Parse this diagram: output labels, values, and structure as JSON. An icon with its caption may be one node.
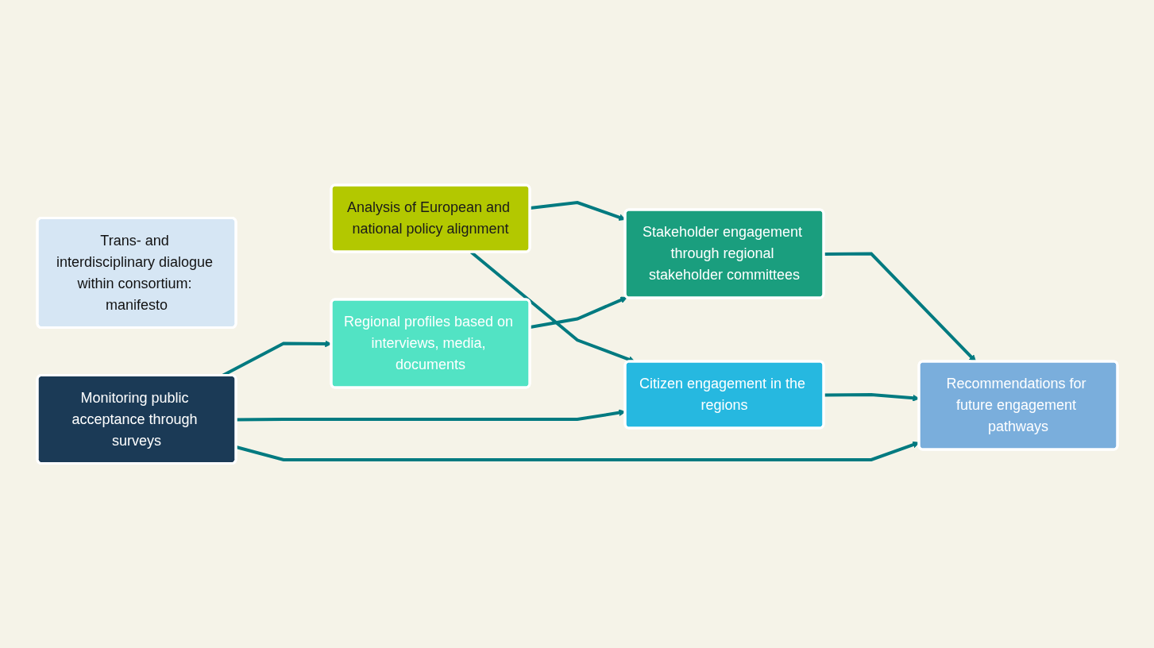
{
  "diagram": {
    "nodes": [
      {
        "text": [
          "Trans- and interdisciplinary dialogue within consortium: manifesto"
        ]
      },
      {
        "text": [
          "Analysis of European and national policy alignment"
        ]
      },
      {
        "text": [
          "Stakeholder engagement through regional stakeholder committees"
        ]
      },
      {
        "text": [
          "Regional profiles based on interviews, media, documents"
        ]
      },
      {
        "text": [
          "Citizen engagement in the regions"
        ]
      },
      {
        "text": [
          "Recommendations for future engagement pathways"
        ]
      },
      {
        "text": [
          "Monitoring public acceptance through surveys"
        ]
      }
    ],
    "edges": [
      {
        "from": 1,
        "to": 2,
        "arrow": "to"
      },
      {
        "from": 1,
        "to": 4,
        "arrow": "to"
      },
      {
        "from": 3,
        "to": 2,
        "arrow": "to"
      },
      {
        "from": 2,
        "to": 5,
        "arrow": "to"
      },
      {
        "from": 4,
        "to": 5,
        "arrow": "to"
      },
      {
        "from": 6,
        "to": 3,
        "arrow": "to"
      },
      {
        "from": 6,
        "to": 4,
        "arrow": "to"
      },
      {
        "from": 6,
        "to": 5,
        "arrow": "to"
      }
    ]
  }
}
